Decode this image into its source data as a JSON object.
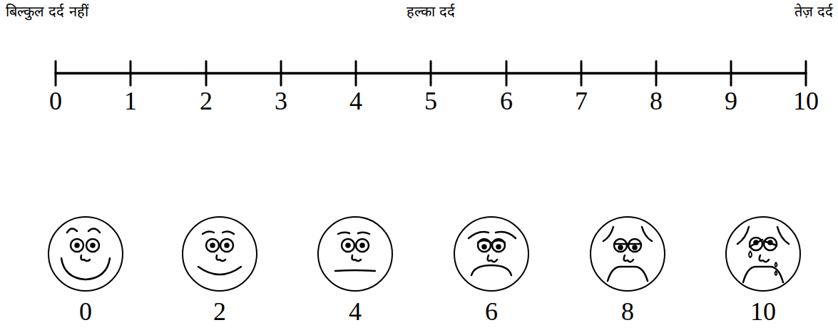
{
  "diagram": {
    "labels": [
      "बिल्कुल दर्द नहीं",
      "हल्का दर्द",
      "तेज़ दर्द",
      "0",
      "1",
      "2",
      "3",
      "4",
      "5",
      "6",
      "7",
      "8",
      "9",
      "10",
      "0",
      "2",
      "4",
      "6",
      "8",
      "10"
    ]
  }
}
